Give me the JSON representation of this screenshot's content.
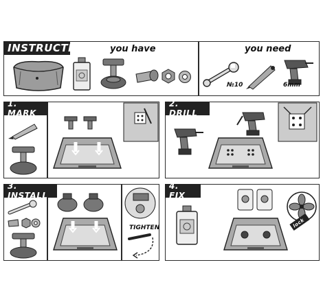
{
  "header": {
    "title": "INSTRUCTION",
    "you_have": "you have",
    "you_need": "you need",
    "wrench_size": "№10",
    "drill_bit_size": "6mm"
  },
  "steps": [
    {
      "label": "1. MARK"
    },
    {
      "label": "2. DRILL"
    },
    {
      "label": "3. INSTALL",
      "callout": "TIGHTEN"
    },
    {
      "label": "4. FIX",
      "tag": "lock"
    }
  ]
}
